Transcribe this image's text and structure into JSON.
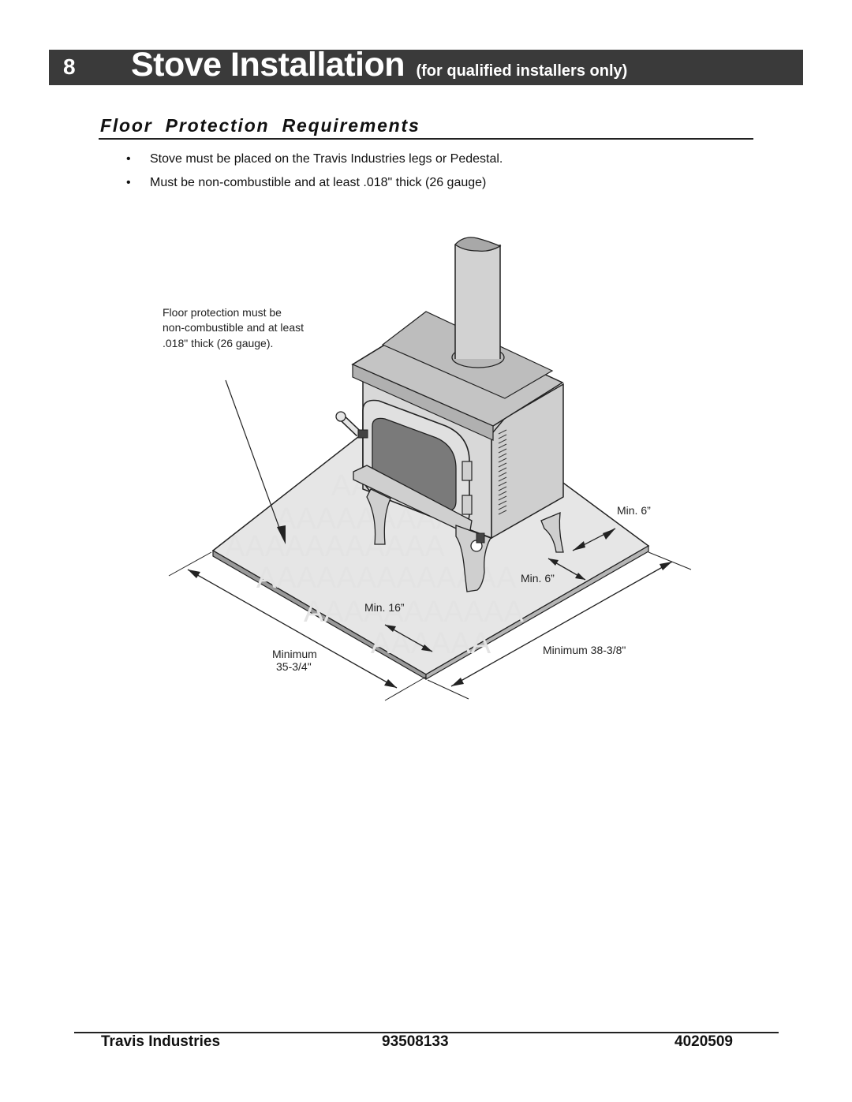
{
  "header": {
    "page_number": "8",
    "title": "Stove Installation",
    "subtitle": "(for qualified installers only)"
  },
  "section": {
    "title": "Floor Protection Requirements"
  },
  "bullets": [
    "Stove must be placed on the Travis Industries legs or Pedestal.",
    "Must be non-combustible and at least .018\" thick (26 gauge)"
  ],
  "bullet_symbol": "•",
  "figure": {
    "callout_lines": [
      "Floor protection must be",
      "non-combustible and at least",
      ".018\" thick (26 gauge)."
    ],
    "labels": {
      "min_side_right": "Min. 6”",
      "min_side_rear": "Min. 6”",
      "min_front": "Min. 16”",
      "min_depth_line1": "Minimum",
      "min_depth_line2": "35-3/4\"",
      "min_width": "Minimum 38-3/8\""
    }
  },
  "footer": {
    "company": "Travis Industries",
    "part_number": "93508133",
    "date_code": "4020509"
  }
}
